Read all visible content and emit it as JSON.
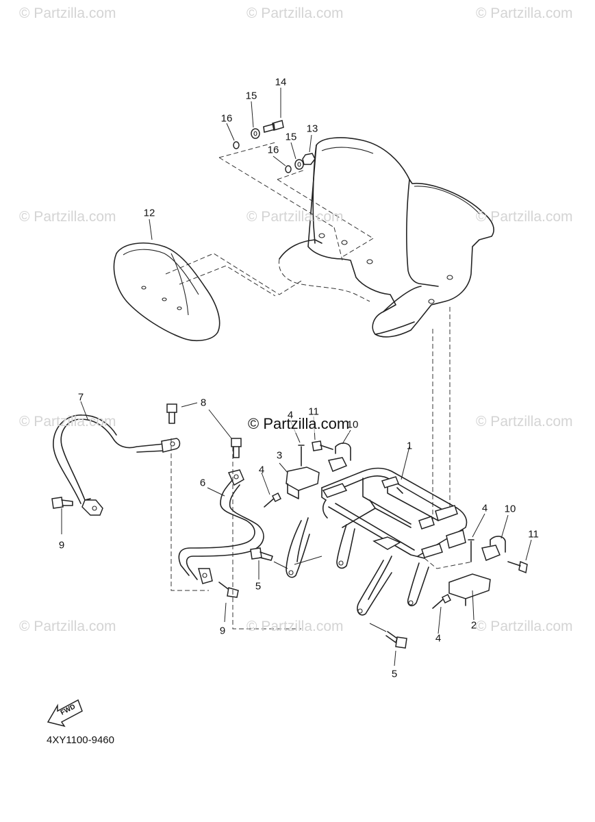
{
  "watermarks": {
    "text": "© Partzilla.com",
    "center_text": "© Partzilla.com"
  },
  "diagram_code": "4XY1100-9460",
  "fwd_label": "FWD",
  "callouts": [
    "14",
    "15",
    "16",
    "15",
    "16",
    "13",
    "12",
    "7",
    "8",
    "11",
    "4",
    "10",
    "3",
    "1",
    "4",
    "6",
    "9",
    "5",
    "9",
    "4",
    "10",
    "11",
    "2",
    "4",
    "5"
  ]
}
